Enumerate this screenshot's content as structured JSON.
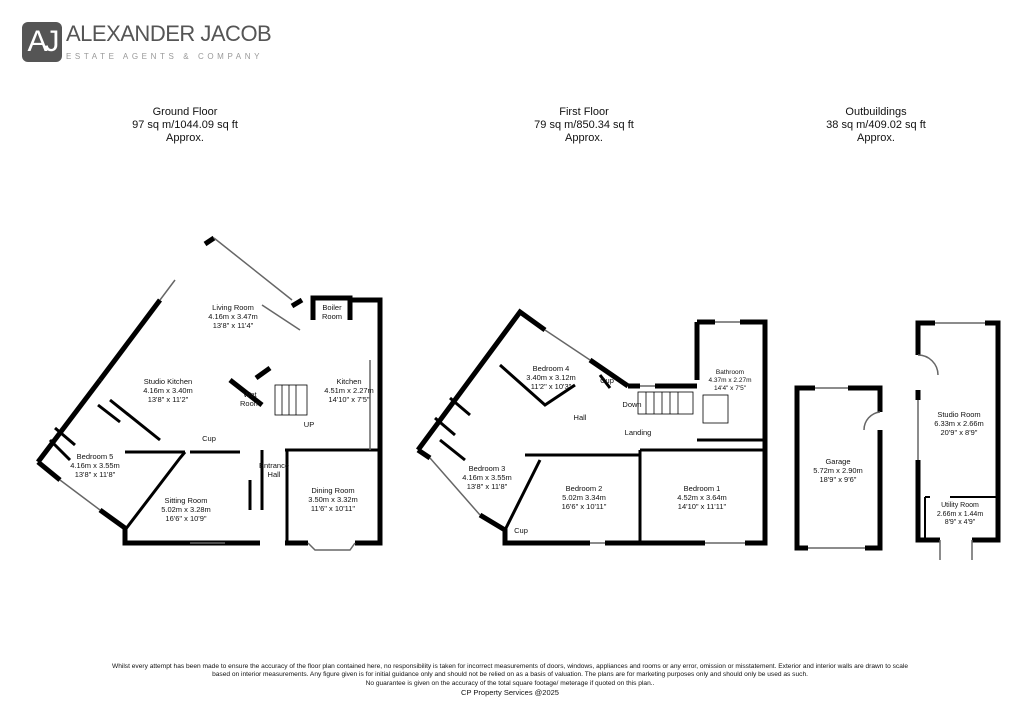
{
  "brand": {
    "mark": "AJ",
    "name": "ALEXANDER JACOB",
    "tagline": "ESTATE AGENTS & COMPANY"
  },
  "floors": [
    {
      "title": "Ground Floor",
      "area": "97 sq m/1044.09 sq ft",
      "approx": "Approx."
    },
    {
      "title": "First Floor",
      "area": "79 sq m/850.34 sq ft",
      "approx": "Approx."
    },
    {
      "title": "Outbuildings",
      "area": "38 sq m/409.02 sq ft",
      "approx": "Approx."
    }
  ],
  "rooms": [
    {
      "name": "Living Room",
      "metric": "4.16m x 3.47m",
      "imperial": "13'8\" x 11'4\""
    },
    {
      "name": "Studio Kitchen",
      "metric": "4.16m x 3.40m",
      "imperial": "13'8\" x 11'2\""
    },
    {
      "name": "Bedroom 5",
      "metric": "4.16m x 3.55m",
      "imperial": "13'8\" x 11'8\""
    },
    {
      "name": "Sitting Room",
      "metric": "5.02m x 3.28m",
      "imperial": "16'6\" x 10'9\""
    },
    {
      "name": "Dining Room",
      "metric": "3.50m x 3.32m",
      "imperial": "11'6\" x 10'11\""
    },
    {
      "name": "Kitchen",
      "metric": "4.51m x 2.27m",
      "imperial": "14'10\" x 7'5\""
    },
    {
      "name": "Bedroom 4",
      "metric": "3.40m x 3.12m",
      "imperial": "11'2\" x 10'3\""
    },
    {
      "name": "Bedroom 3",
      "metric": "4.16m x 3.55m",
      "imperial": "13'8\" x 11'8\""
    },
    {
      "name": "Bedroom 2",
      "metric": "5.02m 3.34m",
      "imperial": "16'6\" x 10'11\""
    },
    {
      "name": "Bedroom 1",
      "metric": "4.52m x 3.64m",
      "imperial": "14'10\" x 11'11\""
    },
    {
      "name": "Bathroom",
      "metric": "4.37m x 2.27m",
      "imperial": "14'4\" x 7'5\""
    },
    {
      "name": "Garage",
      "metric": "5.72m x 2.90m",
      "imperial": "18'9\" x 9'6\""
    },
    {
      "name": "Studio Room",
      "metric": "6.33m x 2.66m",
      "imperial": "20'9\" x 8'9\""
    },
    {
      "name": "Utility Room",
      "metric": "2.66m x 1.44m",
      "imperial": "8'9\" x 4'9\""
    }
  ],
  "labels": {
    "boiler": "Boiler Room",
    "wet": "Wet Room",
    "cup1": "Cup",
    "entrance": "Entrance Hall",
    "up": "UP",
    "cup2": "Cup",
    "down": "Down",
    "hall": "Hall",
    "landing": "Landing",
    "cup3": "Cup"
  },
  "footer": {
    "line1": "Whilst every attempt has been made to ensure the accuracy of the floor plan contained here, no responsibility is taken for incorrect measurements of doors, windows, appliances and rooms or any error, omission or misstatement. Exterior and interior walls are drawn to scale",
    "line2": "based on interior measurements. Any figure given is for initial guidance only and should not be relied on as a basis of valuation. The plans are for marketing purposes only and should only be used as such.",
    "line3": "No guarantee is given on the accuracy of the total square footage/ meterage if quoted on this plan..",
    "line4": "CP Property Services @2025"
  }
}
